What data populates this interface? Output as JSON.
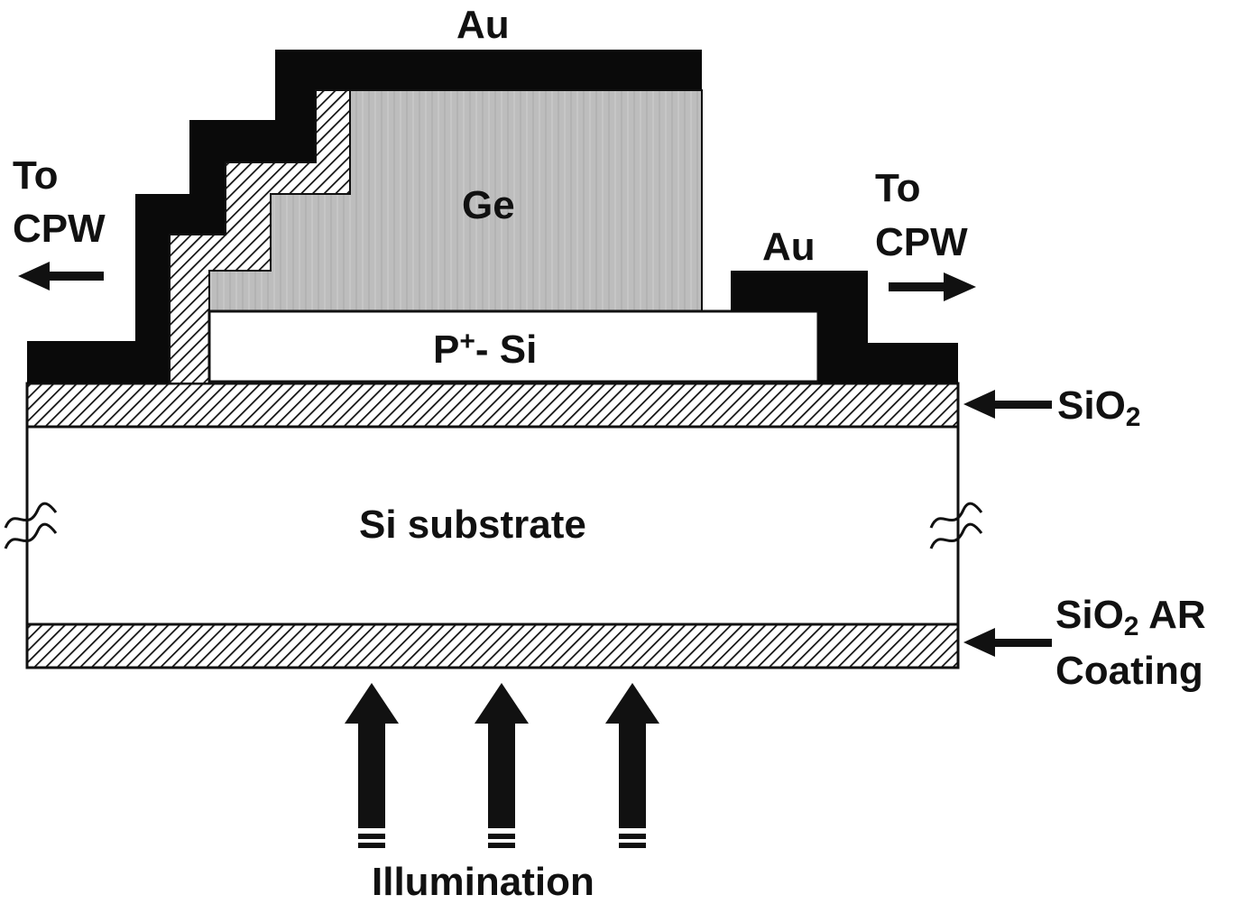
{
  "labels": {
    "au_top": "Au",
    "au_right": "Au",
    "ge": "Ge",
    "p_si_main": "P",
    "p_si_sup": "+",
    "p_si_rest": "- Si",
    "to_cpw_left_line1": "To",
    "to_cpw_left_line2": "CPW",
    "to_cpw_right_line1": "To",
    "to_cpw_right_line2": "CPW",
    "sio2_main": "SiO",
    "sio2_sub": "2",
    "si_substrate": "Si substrate",
    "sio2_ar_main": "SiO",
    "sio2_ar_sub": "2",
    "sio2_ar_rest": " AR",
    "coating": "Coating",
    "illumination": "Illumination"
  },
  "colors": {
    "metal": "#0a0a0a",
    "ge_fill": "#bdbdbd",
    "outline": "#111111",
    "hatch_line": "#111111",
    "background": "#ffffff"
  }
}
